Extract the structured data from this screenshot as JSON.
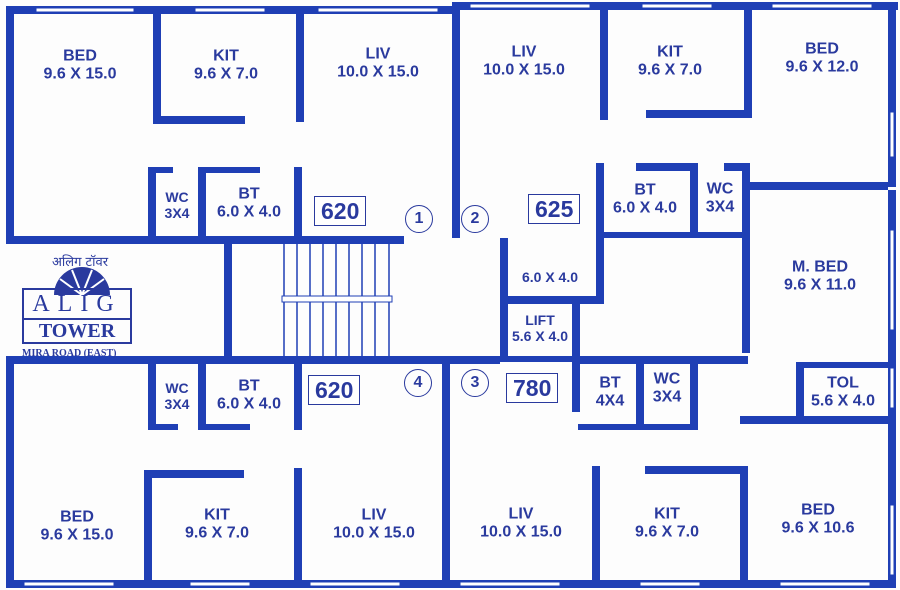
{
  "logo": {
    "hindi": "अलिग टॉवर",
    "name_line1": "ALIG",
    "name_line2": "TOWER",
    "location": "MIRA ROAD (EAST)"
  },
  "flats": [
    {
      "number": "1",
      "area": "620"
    },
    {
      "number": "2",
      "area": "625"
    },
    {
      "number": "3",
      "area": "780"
    },
    {
      "number": "4",
      "area": "620"
    }
  ],
  "rooms": {
    "f1_bed": {
      "name": "BED",
      "dim": "9.6 X 15.0"
    },
    "f1_kit": {
      "name": "KIT",
      "dim": "9.6 X 7.0"
    },
    "f1_liv": {
      "name": "LIV",
      "dim": "10.0  X  15.0"
    },
    "f1_wc": {
      "name": "WC",
      "dim": "3X4"
    },
    "f1_bt": {
      "name": "BT",
      "dim": "6.0 X 4.0"
    },
    "f2_liv": {
      "name": "LIV",
      "dim": "10.0  X  15.0"
    },
    "f2_kit": {
      "name": "KIT",
      "dim": "9.6 X 7.0"
    },
    "f2_bed": {
      "name": "BED",
      "dim": "9.6 X 12.0"
    },
    "f2_bt": {
      "name": "BT",
      "dim": "6.0 X 4.0"
    },
    "f2_wc": {
      "name": "WC",
      "dim": "3X4"
    },
    "f2_extra": {
      "name": "",
      "dim": "6.0 X 4.0"
    },
    "lift": {
      "name": "LIFT",
      "dim": "5.6 X 4.0"
    },
    "f3_mbed": {
      "name": "M. BED",
      "dim": "9.6 X 11.0"
    },
    "f3_tol": {
      "name": "TOL",
      "dim": "5.6 X 4.0"
    },
    "f3_bt": {
      "name": "BT",
      "dim": "4X4"
    },
    "f3_wc": {
      "name": "WC",
      "dim": "3X4"
    },
    "f3_liv": {
      "name": "LIV",
      "dim": "10.0  X 15.0"
    },
    "f3_kit": {
      "name": "KIT",
      "dim": "9.6 X 7.0"
    },
    "f3_bed": {
      "name": "BED",
      "dim": "9.6 X 10.6"
    },
    "f4_wc": {
      "name": "WC",
      "dim": "3X4"
    },
    "f4_bt": {
      "name": "BT",
      "dim": "6.0 X 4.0"
    },
    "f4_bed": {
      "name": "BED",
      "dim": "9.6 X 15.0"
    },
    "f4_kit": {
      "name": "KIT",
      "dim": "9.6 X 7.0"
    },
    "f4_liv": {
      "name": "LIV",
      "dim": "10.0  X  15.0"
    }
  },
  "colors": {
    "wall": "#1f3fb5",
    "text": "#2a3a9e"
  }
}
